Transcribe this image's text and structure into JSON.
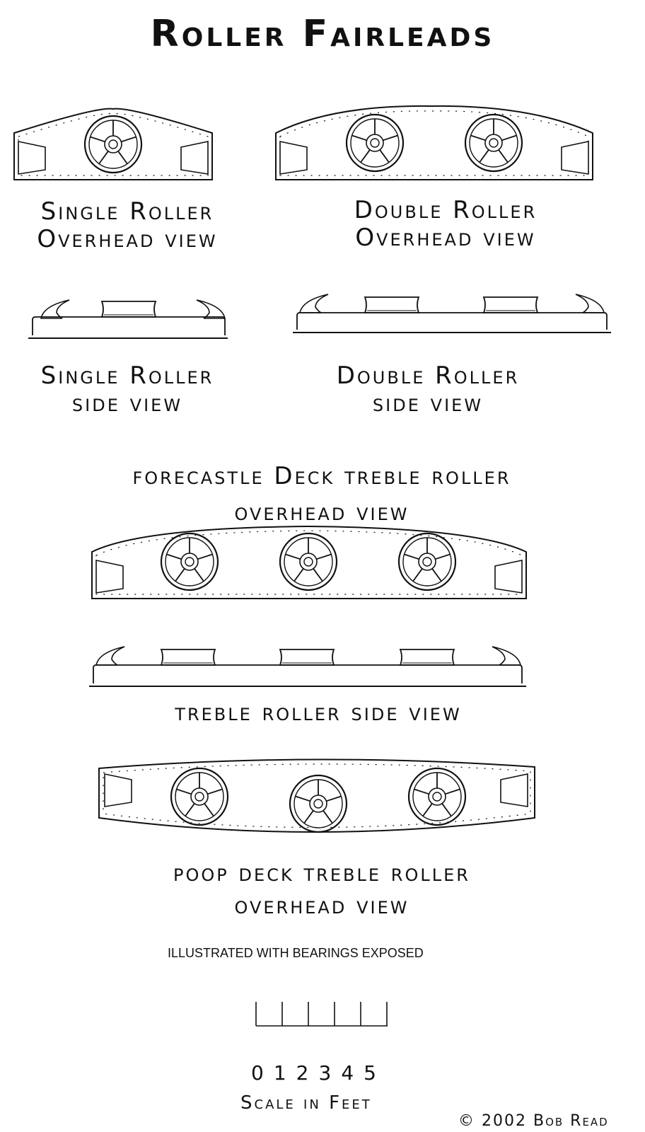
{
  "title": "Roller Fairleads",
  "labels": {
    "single_overhead": [
      "Single Roller",
      "Overhead view"
    ],
    "double_overhead": [
      "Double Roller",
      "Overhead view"
    ],
    "single_side": [
      "Single Roller",
      "side view"
    ],
    "double_side": [
      "Double Roller",
      "side view"
    ],
    "forecastle_overhead": [
      "forecastle Deck treble roller",
      "overhead view"
    ],
    "treble_side": "treble roller side view",
    "poop_overhead": [
      "poop deck treble roller",
      "overhead view"
    ]
  },
  "note": "ILLUSTRATED WITH BEARINGS EXPOSED",
  "scale": {
    "numbers": [
      "0",
      "1",
      "2",
      "3",
      "4",
      "5"
    ],
    "caption": "Scale in Feet"
  },
  "copyright": "© 2002 Bob Read"
}
